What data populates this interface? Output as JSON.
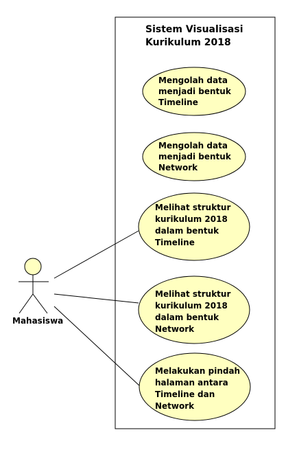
{
  "system": {
    "title_lines": [
      "Sistem Visualisasi",
      "Kurikulum 2018"
    ]
  },
  "actor": {
    "label": "Mahasiswa"
  },
  "use_cases": [
    {
      "lines": [
        "Mengolah data",
        "menjadi bentuk",
        "Timeline"
      ]
    },
    {
      "lines": [
        "Mengolah data",
        "menjadi bentuk",
        "Network"
      ]
    },
    {
      "lines": [
        "Melihat struktur",
        "kurikulum 2018",
        "dalam bentuk",
        "Timeline"
      ]
    },
    {
      "lines": [
        "Melihat struktur",
        "kurikulum 2018",
        "dalam bentuk",
        "Network"
      ]
    },
    {
      "lines": [
        "Melakukan pindah",
        "halaman antara",
        "Timeline dan",
        "Network"
      ]
    }
  ],
  "colors": {
    "usecase_fill": "#ffffc0",
    "stroke": "#000000",
    "actor_fill": "#ffffc0",
    "background": "#ffffff"
  }
}
